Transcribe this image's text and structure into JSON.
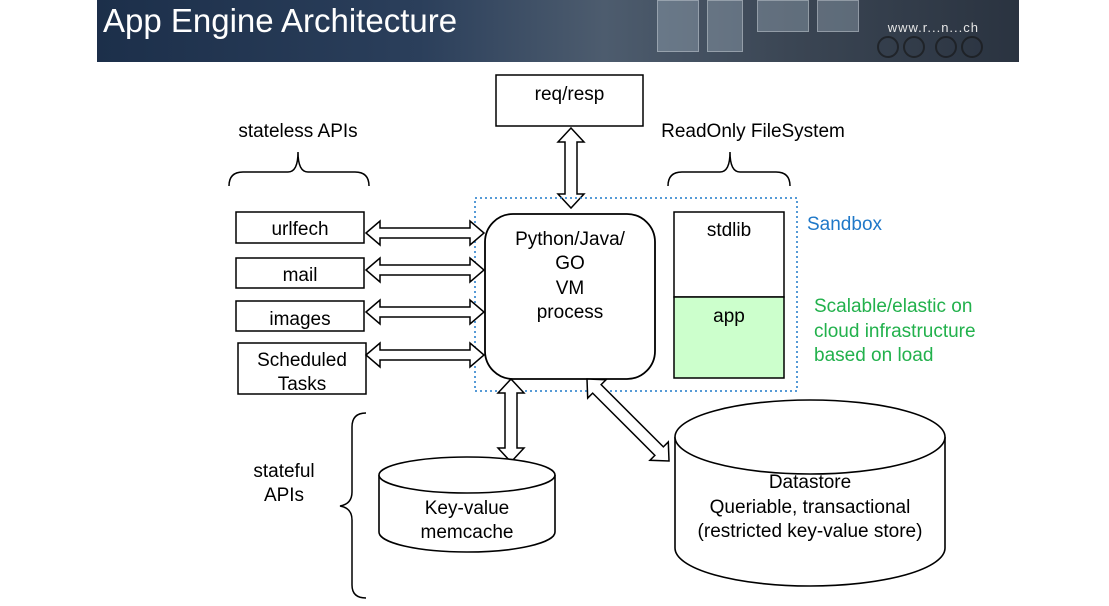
{
  "header": {
    "title": "App Engine Architecture",
    "watermark": "www.r...n...ch"
  },
  "diagram": {
    "req_resp": "req/resp",
    "stateless_apis": "stateless APIs",
    "readonly_fs": "ReadOnly FileSystem",
    "sandbox": "Sandbox",
    "api_boxes": [
      "urlfech",
      "mail",
      "images"
    ],
    "scheduled": [
      "Scheduled",
      "Tasks"
    ],
    "vm_lines": [
      "Python/Java/",
      "GO",
      "VM",
      "process"
    ],
    "stdlib": "stdlib",
    "app": "app",
    "scalable_lines": [
      "Scalable/elastic on",
      "cloud infrastructure",
      "based on load"
    ],
    "stateful_lines": [
      "stateful",
      "APIs"
    ],
    "memcache_lines": [
      "Key-value",
      "memcache"
    ],
    "datastore_lines": [
      "Datastore",
      "Queriable, transactional",
      "(restricted key-value store)"
    ]
  },
  "colors": {
    "sandbox_blue": "#1f78c8",
    "scalable_green": "#22b14c",
    "app_fill": "#ccffcc"
  }
}
